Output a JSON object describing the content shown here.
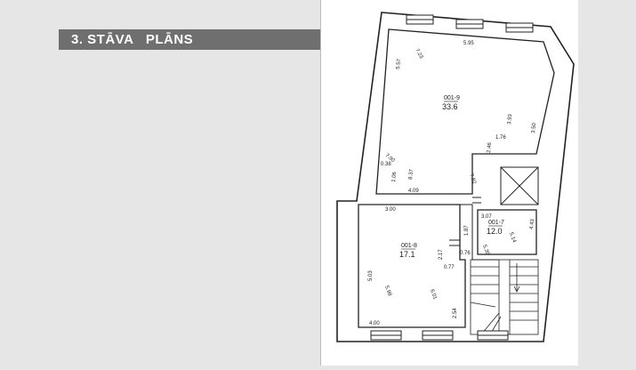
{
  "title": "3. STĀVA   PLĀNS",
  "rooms": [
    {
      "id": "001-9",
      "area": "33.6"
    },
    {
      "id": "001-8",
      "area": "17.1"
    },
    {
      "id": "001-7",
      "area": "12.0"
    }
  ],
  "dimensions": {
    "d_595": "5.95",
    "d_723": "7.23",
    "d_557": "5.57",
    "d_393": "3.93",
    "d_350": "3.50",
    "d_176": "1.76",
    "d_246": "2.46",
    "d_790": "7.90",
    "d_038": "0.38",
    "d_106": "1.06",
    "d_837": "8.37",
    "d_782": "7.82",
    "d_409": "4.09",
    "d_300": "3.00",
    "d_307": "3.07",
    "d_187": "1.87",
    "d_443": "4.43",
    "d_514": "5.14",
    "d_539": "5.39",
    "d_076": "0.76",
    "d_217": "2.17",
    "d_077": "0.77",
    "d_503": "5.03",
    "d_598": "5.98",
    "d_601": "6.01",
    "d_254": "2.54",
    "d_400": "4.00"
  }
}
